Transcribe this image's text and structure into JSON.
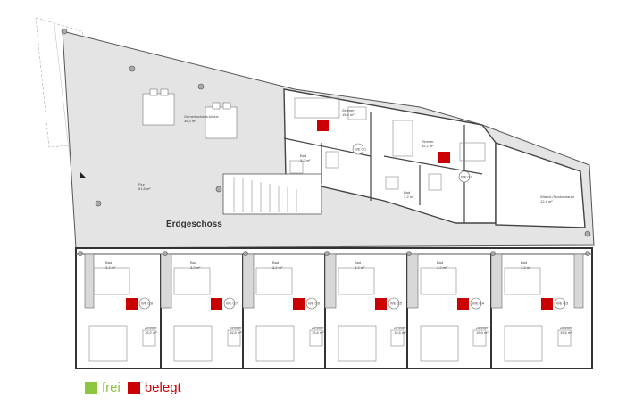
{
  "floor_label": "Erdgeschoss",
  "legend": {
    "free_label": "frei",
    "free_color": "#8cc63f",
    "occupied_label": "belegt",
    "occupied_color": "#cc0000"
  },
  "rooms": {
    "common": {
      "label": "Gemeinschafts-küche",
      "area": "38,3 m²"
    },
    "flur": {
      "label": "Flur",
      "area": "61,6 m²"
    },
    "trocken": {
      "label": "Wasch-/Trockenraum",
      "area": "12,4 m²"
    },
    "upper": [
      {
        "unit": "WE 0.1",
        "zimmer_label": "Zimmer",
        "zimmer_area": "15,4 m²",
        "bad_label": "Bad",
        "bad_area": "3,2 m²",
        "status": "belegt"
      },
      {
        "unit": "WE 0.2",
        "zimmer_label": "Zimmer",
        "zimmer_area": "15,2 m²",
        "bad_label": "Bad",
        "bad_area": "3,2 m²",
        "status": "belegt"
      }
    ],
    "lower": [
      {
        "unit": "WE 0.8",
        "zimmer_label": "Zimmer",
        "zimmer_area": "16,2 m²",
        "bad_label": "Bad",
        "bad_area": "3,2 m²",
        "status": "belegt"
      },
      {
        "unit": "WE 0.7",
        "zimmer_label": "Zimmer",
        "zimmer_area": "15,6 m²",
        "bad_label": "Bad",
        "bad_area": "3,2 m²",
        "status": "belegt"
      },
      {
        "unit": "WE 0.6",
        "zimmer_label": "Zimmer",
        "zimmer_area": "15,6 m²",
        "bad_label": "Bad",
        "bad_area": "3,2 m²",
        "status": "belegt"
      },
      {
        "unit": "WE 0.5",
        "zimmer_label": "Zimmer",
        "zimmer_area": "15,6 m²",
        "bad_label": "Bad",
        "bad_area": "3,2 m²",
        "status": "belegt"
      },
      {
        "unit": "WE 0.4",
        "zimmer_label": "Zimmer",
        "zimmer_area": "15,6 m²",
        "bad_label": "Bad",
        "bad_area": "3,2 m²",
        "status": "belegt"
      },
      {
        "unit": "WE 0.3",
        "zimmer_label": "Zimmer",
        "zimmer_area": "15,6 m²",
        "bad_label": "Bad",
        "bad_area": "3,2 m²",
        "status": "belegt"
      }
    ]
  }
}
